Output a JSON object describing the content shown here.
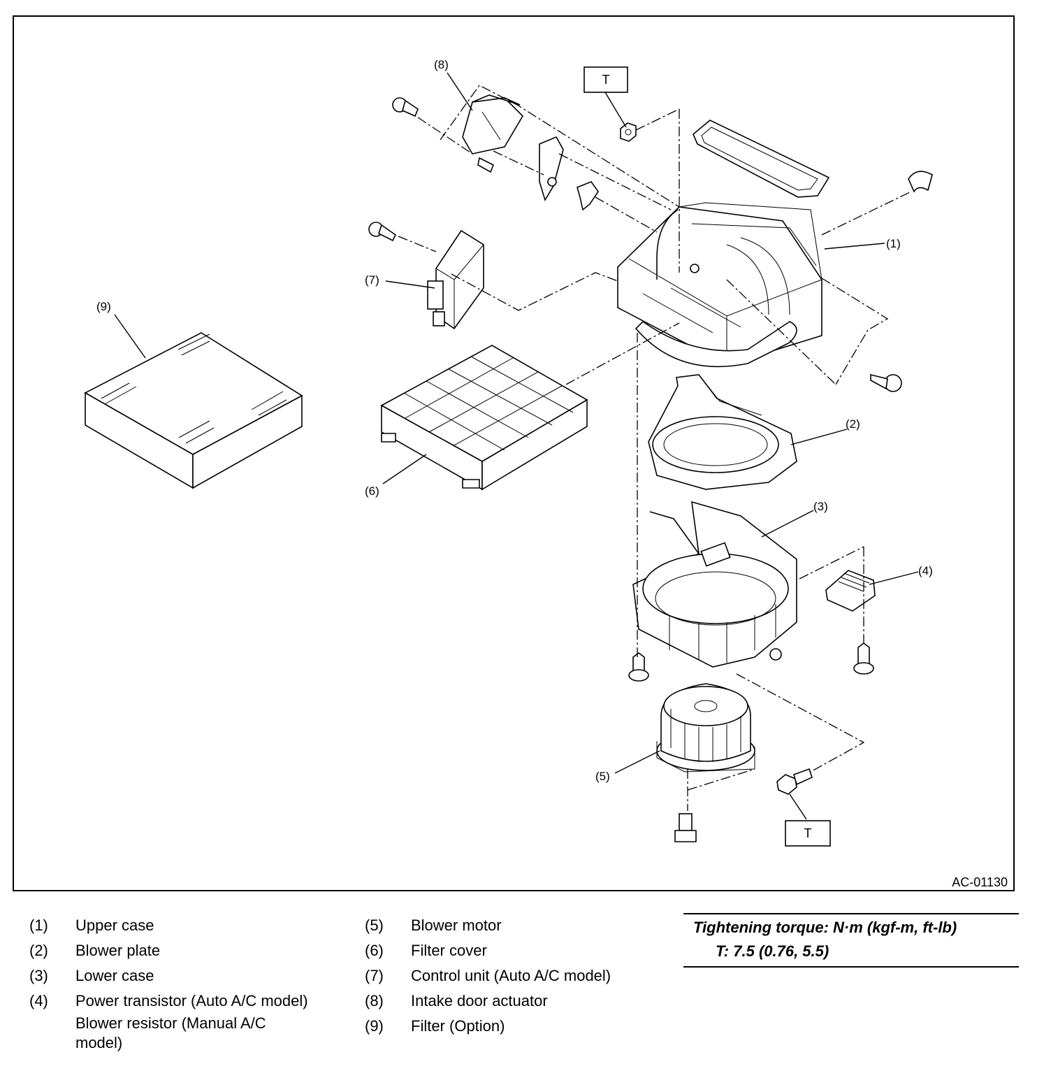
{
  "figure": {
    "code": "AC-01130",
    "callouts": [
      "(1)",
      "(2)",
      "(3)",
      "(4)",
      "(5)",
      "(6)",
      "(7)",
      "(8)",
      "(9)"
    ],
    "torque_marker": "T"
  },
  "legend": {
    "col1": [
      {
        "num": "(1)",
        "text": "Upper case"
      },
      {
        "num": "(2)",
        "text": "Blower plate"
      },
      {
        "num": "(3)",
        "text": "Lower case"
      },
      {
        "num": "(4)",
        "text": "Power transistor (Auto A/C model)"
      },
      {
        "num": "",
        "text": "Blower resistor (Manual A/C model)"
      }
    ],
    "col2": [
      {
        "num": "(5)",
        "text": "Blower motor"
      },
      {
        "num": "(6)",
        "text": "Filter cover"
      },
      {
        "num": "(7)",
        "text": "Control unit (Auto A/C model)"
      },
      {
        "num": "(8)",
        "text": "Intake door actuator"
      },
      {
        "num": "(9)",
        "text": "Filter (Option)"
      }
    ]
  },
  "torque": {
    "heading": "Tightening torque: N·m (kgf-m, ft-lb)",
    "value": "T:   7.5 (0.76, 5.5)"
  }
}
